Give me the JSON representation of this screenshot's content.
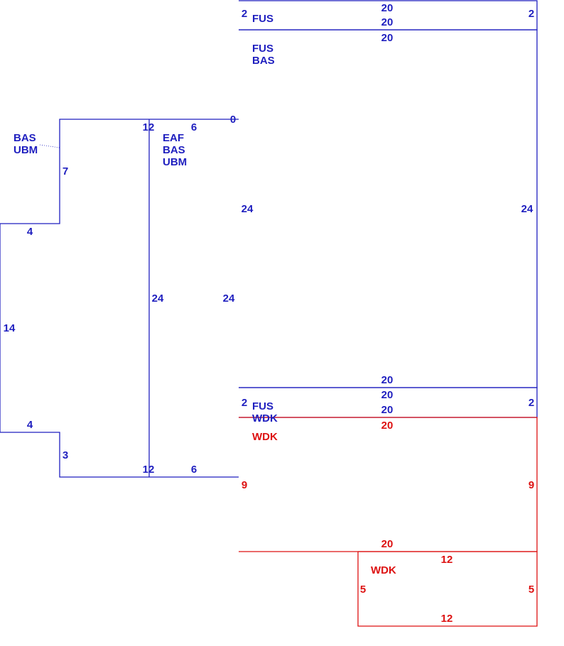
{
  "colors": {
    "blue": "#1f1fbf",
    "red": "#dd1111",
    "background": "#ffffff"
  },
  "sections": {
    "fus_strip_top": {
      "labels": [
        "FUS"
      ],
      "dims": [
        "20",
        "20",
        "2",
        "2"
      ]
    },
    "main_block": {
      "labels": [
        "FUS",
        "BAS"
      ],
      "dims": [
        "20",
        "24",
        "24",
        "20"
      ]
    },
    "fus_wdk_strip": {
      "labels": [
        "FUS",
        "WDK"
      ],
      "dims": [
        "20",
        "20",
        "2",
        "2"
      ]
    },
    "wing_left": {
      "labels": [
        "BAS",
        "UBM"
      ],
      "dims": [
        "12",
        "7",
        "4",
        "14",
        "4",
        "3",
        "12",
        "24"
      ]
    },
    "wing_inner": {
      "labels": [
        "EAF",
        "BAS",
        "UBM"
      ],
      "dims": [
        "6",
        "0",
        "24",
        "6"
      ]
    },
    "wdk_deck": {
      "labels": [
        "WDK"
      ],
      "dims": [
        "20",
        "9",
        "9",
        "20"
      ]
    },
    "wdk_small": {
      "labels": [
        "WDK"
      ],
      "dims": [
        "12",
        "5",
        "5",
        "12"
      ]
    }
  }
}
